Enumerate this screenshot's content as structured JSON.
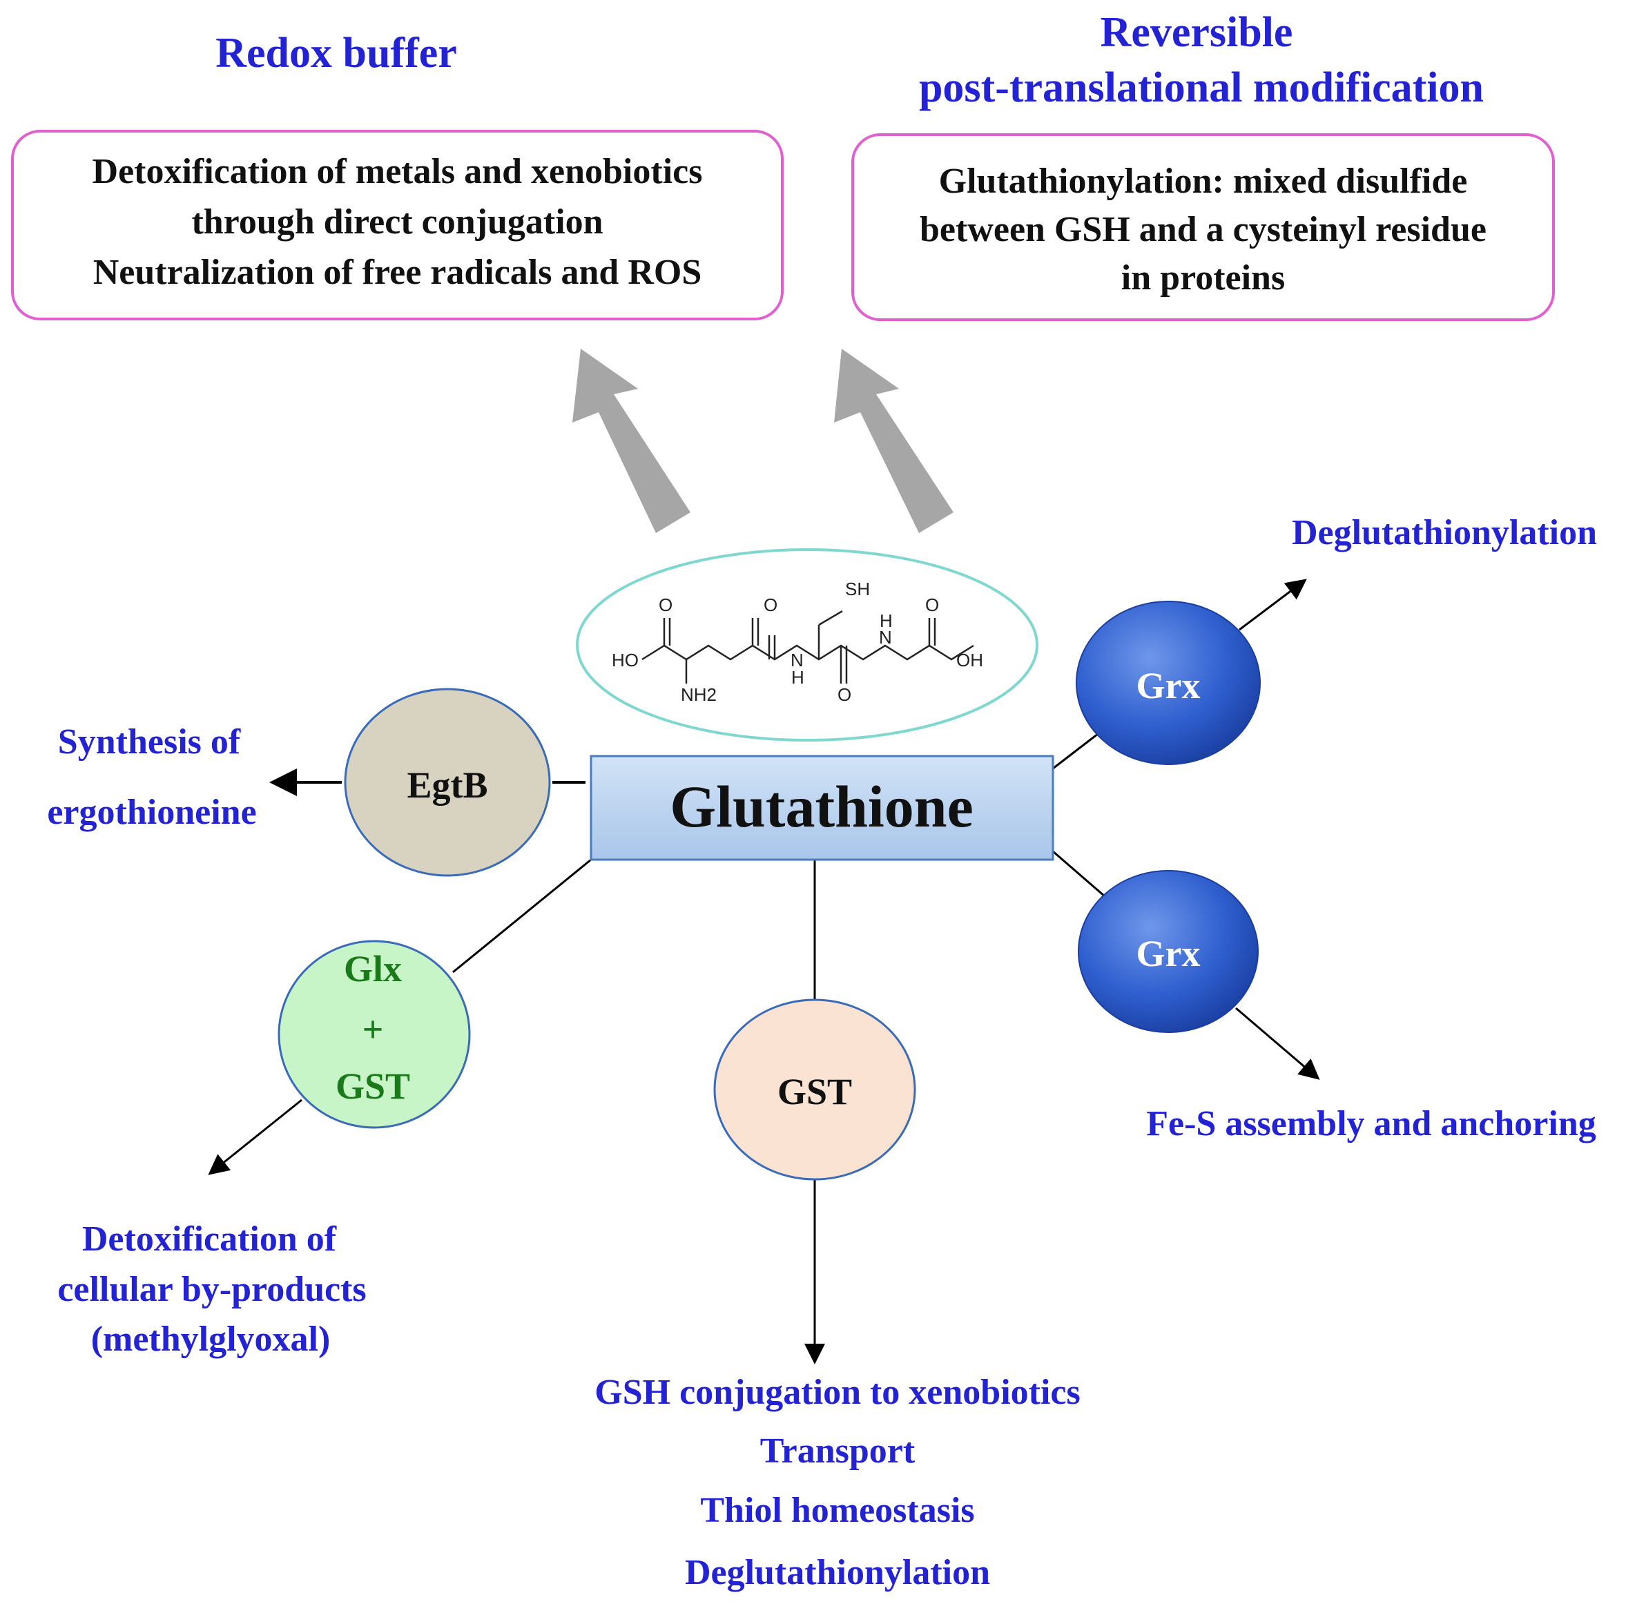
{
  "headers": {
    "redox_buffer": "Redox buffer",
    "reversible_line1": "Reversible",
    "reversible_line2": "post-translational modification"
  },
  "boxes": {
    "left": [
      "Detoxification of metals and xenobiotics",
      "through direct conjugation",
      "Neutralization of free radicals and ROS"
    ],
    "right": [
      "Glutathionylation: mixed disulfide",
      "between GSH and a cysteinyl residue",
      "in proteins"
    ]
  },
  "molecule": {
    "atoms": [
      "SH",
      "O",
      "O",
      "HO",
      "N",
      "H",
      "H",
      "N",
      "O",
      "OH",
      "NH2",
      "O"
    ]
  },
  "center": {
    "label": "Glutathione"
  },
  "enzymes": {
    "egtb": "EgtB",
    "glx_gst": [
      "Glx",
      "+",
      "GST"
    ],
    "gst": "GST",
    "grx_top": "Grx",
    "grx_bottom": "Grx"
  },
  "outcomes": {
    "ergothioneine": [
      "Synthesis of",
      "ergothioneine"
    ],
    "methylglyoxal": [
      "Detoxification of",
      "cellular by-products",
      "(methylglyoxal)"
    ],
    "gst_functions": [
      "GSH conjugation to xenobiotics",
      "Transport",
      "Thiol homeostasis",
      "Deglutathionylation"
    ],
    "deglutathionylation": "Deglutathionylation",
    "fes": "Fe-S assembly and anchoring"
  },
  "colors": {
    "label_blue": "#2323d4",
    "box_border": "#e060d0",
    "arrow_gray": "#a6a6a6",
    "ellipse_cyan": "#7fd8d0",
    "center_box": "#b9d3ef",
    "egtb_fill": "#d8d2c0",
    "glx_fill": "#c8f5c8",
    "gst_fill": "#fbe3d3",
    "grx_fill": "#2f5fcf"
  }
}
